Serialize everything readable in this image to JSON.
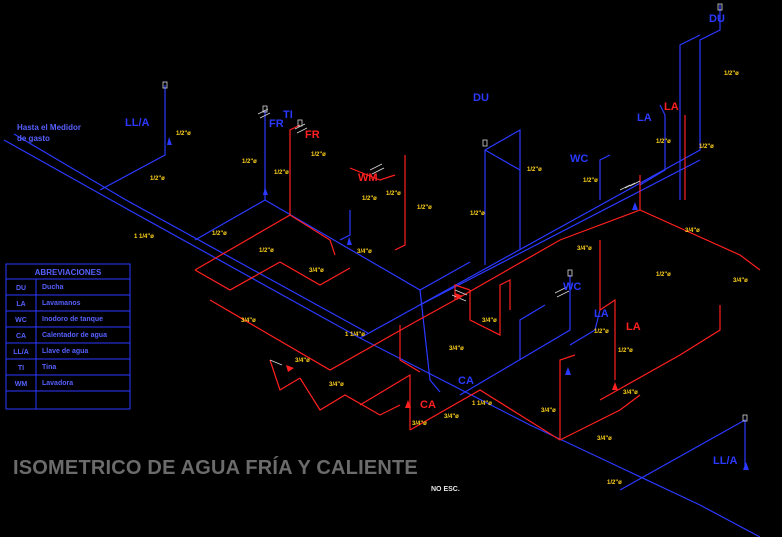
{
  "title": "ISOMETRICO DE AGUA FRÍA Y CALIENTE",
  "scale_note": "NO ESC.",
  "supply_note": [
    "Hasta el Medidor",
    "de gasto"
  ],
  "colors": {
    "background": "#000000",
    "cold_water": "#2b39ff",
    "hot_water": "#ff2020",
    "pipe_size_text": "#ffd21a",
    "title": "#6b6b6b"
  },
  "abbreviations": {
    "heading": "ABREVIACIONES",
    "rows": [
      {
        "code": "DU",
        "meaning": "Ducha"
      },
      {
        "code": "LA",
        "meaning": "Lavamanos"
      },
      {
        "code": "WC",
        "meaning": "Inodoro de tanque"
      },
      {
        "code": "CA",
        "meaning": "Calentador de agua"
      },
      {
        "code": "LL/A",
        "meaning": "Llave de agua"
      },
      {
        "code": "TI",
        "meaning": "Tina"
      },
      {
        "code": "WM",
        "meaning": "Lavadora"
      }
    ]
  },
  "fixture_labels": [
    {
      "id": "llia-1",
      "text": "LL/A",
      "color": "cold"
    },
    {
      "id": "fr-cold",
      "text": "FR",
      "color": "cold"
    },
    {
      "id": "ti",
      "text": "TI",
      "color": "cold"
    },
    {
      "id": "fr-hot",
      "text": "FR",
      "color": "hot"
    },
    {
      "id": "wm",
      "text": "WM",
      "color": "hot"
    },
    {
      "id": "du-1",
      "text": "DU",
      "color": "cold"
    },
    {
      "id": "du-2",
      "text": "DU",
      "color": "cold"
    },
    {
      "id": "wc-1",
      "text": "WC",
      "color": "cold"
    },
    {
      "id": "la-1",
      "text": "LA",
      "color": "cold"
    },
    {
      "id": "la-hot-1",
      "text": "LA",
      "color": "hot"
    },
    {
      "id": "wc-2",
      "text": "WC",
      "color": "cold"
    },
    {
      "id": "la-2",
      "text": "LA",
      "color": "cold"
    },
    {
      "id": "la-hot-2",
      "text": "LA",
      "color": "hot"
    },
    {
      "id": "ca-1",
      "text": "CA",
      "color": "cold"
    },
    {
      "id": "ca-2",
      "text": "CA",
      "color": "hot"
    },
    {
      "id": "llia-2",
      "text": "LL/A",
      "color": "cold"
    }
  ],
  "pipe_sizes": [
    "1/2\"ø",
    "1/2\"ø",
    "1/2\"ø",
    "1/2\"ø",
    "1/2\"ø",
    "1/2\"ø",
    "1/2\"ø",
    "1/2\"ø",
    "1/2\"ø",
    "1/2\"ø",
    "1/2\"ø",
    "1/2\"ø",
    "1/2\"ø",
    "1/2\"ø",
    "1/2\"ø",
    "1/2\"ø",
    "1/2\"ø",
    "1/2\"ø",
    "1/2\"ø",
    "1/2\"ø",
    "3/4\"ø",
    "3/4\"ø",
    "3/4\"ø",
    "3/4\"ø",
    "3/4\"ø",
    "3/4\"ø",
    "3/4\"ø",
    "3/4\"ø",
    "3/4\"ø",
    "3/4\"ø",
    "3/4\"ø",
    "3/4\"ø",
    "3/4\"ø",
    "3/4\"ø",
    "3/4\"ø",
    "1 1/4\"ø",
    "1 1/4\"ø",
    "1 1/4\"ø"
  ]
}
